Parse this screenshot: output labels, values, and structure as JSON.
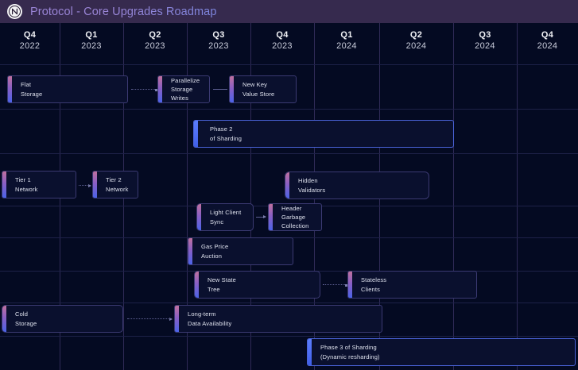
{
  "header": {
    "title": "Protocol - Core Upgrades Roadmap",
    "logo_letter": "N",
    "bg_color": "#362a4e",
    "title_color": "#9b86d8"
  },
  "timeline": {
    "columns": [
      {
        "quarter": "Q4",
        "year": "2022"
      },
      {
        "quarter": "Q1",
        "year": "2023"
      },
      {
        "quarter": "Q2",
        "year": "2023"
      },
      {
        "quarter": "Q3",
        "year": "2023"
      },
      {
        "quarter": "Q4",
        "year": "2023"
      },
      {
        "quarter": "Q1",
        "year": "2024"
      },
      {
        "quarter": "Q2",
        "year": "2024"
      },
      {
        "quarter": "Q3",
        "year": "2024"
      },
      {
        "quarter": "Q4",
        "year": "2024"
      }
    ]
  },
  "tasks": [
    {
      "id": "flat-storage",
      "label": "Flat\nStorage"
    },
    {
      "id": "parallelize-storage-writes",
      "label": "Parallelize\nStorage Writes"
    },
    {
      "id": "new-key-value-store",
      "label": "New Key\nValue Store"
    },
    {
      "id": "phase-2-of-sharding",
      "label": "Phase 2\nof Sharding"
    },
    {
      "id": "tier-1-network",
      "label": "Tier 1\nNetwork"
    },
    {
      "id": "tier-2-network",
      "label": "Tier 2\nNetwork"
    },
    {
      "id": "hidden-validators",
      "label": "Hidden\nValidators"
    },
    {
      "id": "light-client-sync",
      "label": "Light Client\nSync"
    },
    {
      "id": "header-garbage-collection",
      "label": "Header Garbage\nCollection"
    },
    {
      "id": "gas-price-auction",
      "label": "Gas Price\nAuction"
    },
    {
      "id": "new-state-tree",
      "label": "New State\nTree"
    },
    {
      "id": "stateless-clients",
      "label": "Stateless\nClients"
    },
    {
      "id": "cold-storage",
      "label": "Cold\nStorage"
    },
    {
      "id": "long-term-data-availability",
      "label": "Long-term\nData Availability"
    },
    {
      "id": "phase-3-of-sharding",
      "label": "Phase 3 of Sharding\n(Dynamic resharding)"
    }
  ],
  "colors": {
    "background": "#040a22",
    "bar_fill": "#0a102e",
    "bar_border": "#3b3a72",
    "grid_line": "#2f2a57",
    "accent_gradient_start": "#c0719f",
    "accent_gradient_end": "#4b63e8",
    "accent_blue": "#5a7dfc",
    "connector": "#5d5f92"
  }
}
